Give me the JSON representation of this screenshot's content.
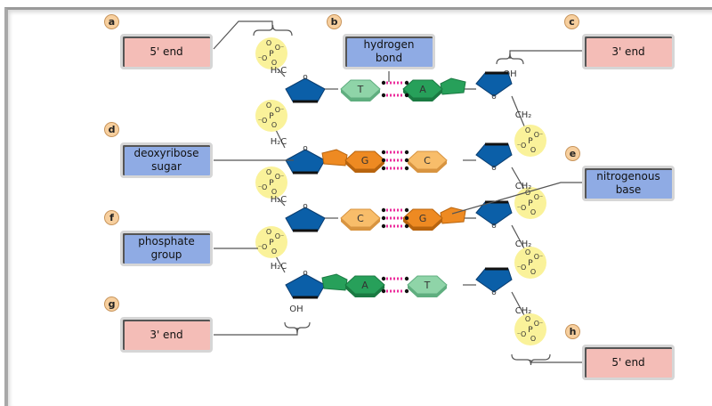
{
  "diagram": {
    "subject": "DNA double helix structure (labeling exercise)",
    "labels": [
      {
        "badge": "a",
        "text": "5' end",
        "type": "end"
      },
      {
        "badge": "b",
        "text": "hydrogen\nbond",
        "type": "structure"
      },
      {
        "badge": "c",
        "text": "3' end",
        "type": "end"
      },
      {
        "badge": "d",
        "text": "deoxyribose\nsugar",
        "type": "structure"
      },
      {
        "badge": "e",
        "text": "nitrogenous\nbase",
        "type": "structure"
      },
      {
        "badge": "f",
        "text": "phosphate\ngroup",
        "type": "structure"
      },
      {
        "badge": "g",
        "text": "3' end",
        "type": "end"
      },
      {
        "badge": "h",
        "text": "5' end",
        "type": "end"
      }
    ],
    "base_pairs": [
      {
        "left": "T",
        "right": "A",
        "hydrogen_bonds": 2
      },
      {
        "left": "G",
        "right": "C",
        "hydrogen_bonds": 3
      },
      {
        "left": "C",
        "right": "G",
        "hydrogen_bonds": 3
      },
      {
        "left": "A",
        "right": "T",
        "hydrogen_bonds": 2
      }
    ],
    "chem_text": {
      "phosphorus": "P",
      "oxygen": "O",
      "oxygen_minus": "O",
      "h2c": "H₂C",
      "ch2": "CH₂",
      "oh": "OH",
      "ring_oxygen": "o"
    },
    "colors": {
      "end_label": "#f4bdb7",
      "structure_label": "#8fabe4",
      "badge": "#f7cf9e",
      "sugar": "#0b5fa8",
      "phosphate": "#faf29a",
      "hydrogen_bond": "#ec2e9c",
      "thymine": "#8fd4a8",
      "adenine": "#27a05a",
      "guanine": "#ee8a22",
      "cytosine": "#f8bd6a"
    }
  }
}
